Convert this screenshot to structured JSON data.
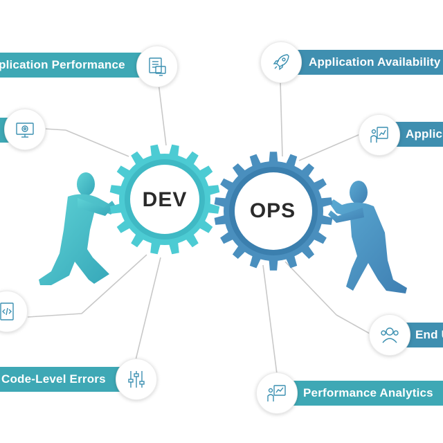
{
  "gears": {
    "dev": "DEV",
    "ops": "OPS"
  },
  "labels": {
    "app_performance": "plication Performance",
    "code_errors": "Code-Level Errors",
    "app_availability": "Application Availability",
    "app_right": "Applic",
    "end_user": "End U",
    "perf_analytics": "Performance Analytics"
  },
  "colors": {
    "dev_gear": "#4ccbd3",
    "ops_gear": "#4a8fbe",
    "teal_bar": "#3ea8b5",
    "blue_bar": "#3f8fb0",
    "connector": "#c8c8c8",
    "icon_stroke": "#3a8fb0"
  },
  "icons": {
    "app_performance": "document-screen-icon",
    "left_upper": "gear-screen-icon",
    "left_lower": "code-document-icon",
    "code_errors": "sliders-icon",
    "app_availability": "rocket-icon",
    "app_right": "presenter-chart-icon",
    "end_user": "users-icon",
    "perf_analytics": "analytics-board-icon"
  }
}
